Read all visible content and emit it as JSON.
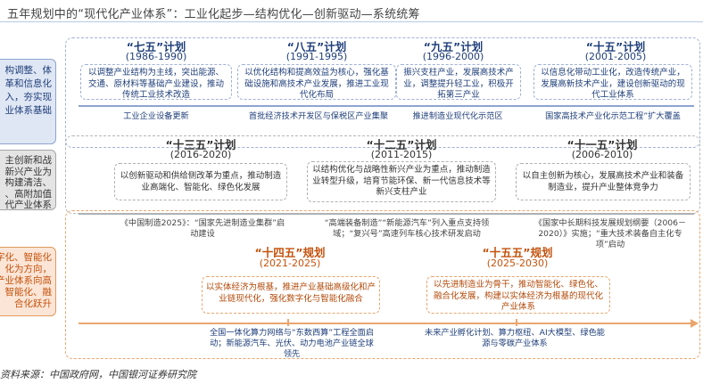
{
  "title": "五年规划中的“现代化产业体系”：工业化起步—结构优化—创新驱动—系统统筹",
  "phases": {
    "blue": [
      "构调整、体",
      "革和信息化",
      "入，夯实现",
      "业体系基础"
    ],
    "gray": [
      "主创新和战",
      "新兴产业为",
      "构建清洁、",
      "、高附加值",
      "代产业体系"
    ],
    "orange": [
      "字化、智能化",
      "化为方向，",
      "产业体系向高",
      "智能化、融",
      "合化跃升"
    ]
  },
  "plans_top": [
    {
      "name": "“七五”计划",
      "years": "(1986-1990)",
      "desc": "以调整产业结构为主线，突出能源、交通、原材料等基础产业建设，推动传统工业技术改造",
      "event": "工业企业设备更新"
    },
    {
      "name": "“八五”计划",
      "years": "(1991-1995)",
      "desc": "以优化结构和提高效益为核心，强化基础设施和高技术产业发展，推进工业现代化布局",
      "event": "首批经济技术开发区与保税区产业集聚"
    },
    {
      "name": "“九五”计划",
      "years": "(1996-2000)",
      "desc": "振兴支柱产业，发展高技术产业，调整提升轻工业，积极开拓第三产业",
      "event": "推进制造业现代化示范区"
    },
    {
      "name": "“十五”计划",
      "years": "(2001-2005)",
      "desc": "以信息化带动工业化，改造传统产业，发展高新技术产业，建设创新驱动的现代工业体系",
      "event": "国家高技术产业化示范工程”扩大覆盖"
    }
  ],
  "plans_mid": [
    {
      "name": "“十三五”计划",
      "years": "(2016-2020)",
      "desc": "以创新驱动和供给侧改革为重点，推动制造业高端化、智能化、绿色化发展",
      "event": "《中国制造2025》：“国家先进制造业集群”启动建设"
    },
    {
      "name": "“十二五”计划",
      "years": "(2011-2015)",
      "desc": "以结构优化与战略性新兴产业为重点，推动制造业转型升级，培育节能环保、新一代信息技术等新兴支柱产业",
      "event": "“高端装备制造”“新能源汽车”列入重点支持领域；“复兴号”高速列车核心技术研发启动"
    },
    {
      "name": "“十一五”计划",
      "years": "(2006-2010)",
      "desc": "以自主创新为核心，发展高技术产业和装备制造业，提升产业整体竞争力",
      "event": "《国家中长期科技发展规划纲要（2006－2020）》实施；“重大技术装备自主化专项”启动"
    }
  ],
  "plans_bottom": [
    {
      "name": "“十四五”规划",
      "years": "(2021-2025)",
      "desc": "以实体经济为根基，推进产业基础高级化和产业链现代化，强化数字化与智能化融合",
      "event": "全国一体化算力网络与“东数西算”工程全面启动；新能源汽车、光伏、动力电池产业链全球领先"
    },
    {
      "name": "“十五五”规划",
      "years": "(2025-2030)",
      "desc": "以先进制造业为骨干，推动智能化、绿色化、融合化发展，构建以实体经济为根基的现代化产业体系",
      "event": "未来产业孵化计划、算力枢纽、AI大模型、绿色能源与零碳产业体系"
    }
  ],
  "source": "资料来源：中国政府网，中国银河证券研究院",
  "colors": {
    "blue": "#1f3f7a",
    "gray": "#333333",
    "orange": "#c4520c"
  }
}
